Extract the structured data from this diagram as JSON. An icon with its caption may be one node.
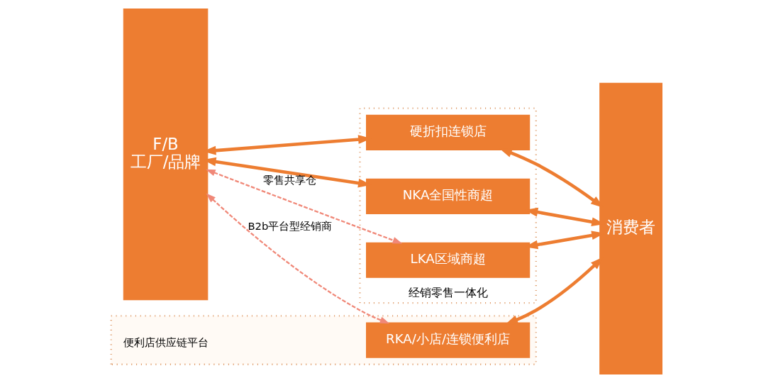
{
  "diagram": {
    "nodes": [
      {
        "text": [
          "F/B",
          "工厂/品牌"
        ]
      },
      {
        "text": [
          "经销零售一体化"
        ]
      },
      {
        "text": [
          "硬折扣连锁店"
        ],
        "in": 1
      },
      {
        "text": [
          "NKA全国性商超"
        ],
        "in": 1
      },
      {
        "text": [
          "LKA区域商超"
        ],
        "in": 1
      },
      {
        "text": [],
        "shape": "box"
      },
      {
        "text": [
          "RKA/小店/连锁便利店"
        ],
        "in": 5
      },
      {
        "text": [
          "消费者"
        ]
      }
    ],
    "edges": [
      {
        "from": 0,
        "to": 2,
        "arrow": "both"
      },
      {
        "from": 2,
        "to": 7,
        "arrow": "both"
      },
      {
        "from": 0,
        "to": 3,
        "arrow": "both"
      },
      {
        "from": 3,
        "to": 7,
        "arrow": "both"
      },
      {
        "from": 0,
        "to": 4,
        "arrow": "both",
        "label": "零售共享仓",
        "style": "dashed",
        "color": "#f08878"
      },
      {
        "from": 4,
        "to": 7,
        "arrow": "both"
      },
      {
        "from": 0,
        "to": 6,
        "arrow": "both",
        "label": "B2b平台型经销商",
        "style": "dashed",
        "color": "#f08878"
      },
      {
        "from": 6,
        "to": 7,
        "arrow": "both"
      }
    ],
    "labels": [
      "便利店供应链平台"
    ]
  }
}
